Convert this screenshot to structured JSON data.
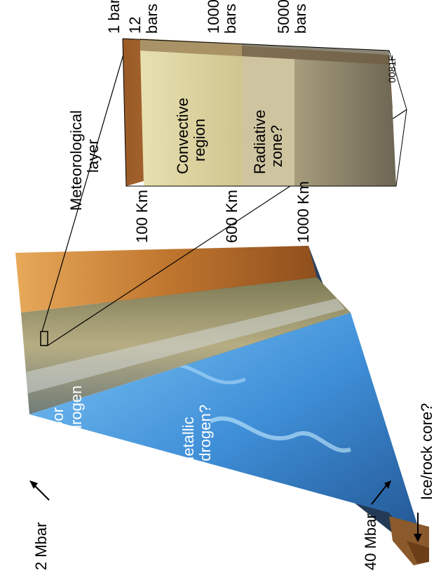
{
  "figure_id": "0081F",
  "block_labels": {
    "pressures": [
      "1 bar",
      "12",
      "bars",
      "1000",
      "bars",
      "5000",
      "bars"
    ],
    "depths": [
      "100 Km",
      "600 Km",
      "1000 Km"
    ],
    "meteorological": [
      "Meteorological",
      "layer"
    ],
    "convective": [
      "Convective",
      "region"
    ],
    "radiative": [
      "Radiative",
      "zone?"
    ]
  },
  "wedge_labels": {
    "molecular": [
      "Helium-poor",
      "molecular hydrogen"
    ],
    "metallic": [
      "Metallic",
      "hydrogen?"
    ],
    "inner_pressure": "2 Mbar",
    "core_pressure": "40 Mbar",
    "core": "Ice/rock core?"
  },
  "colors": {
    "atmosphere": "#c9803a",
    "molecular_layer": "#9a9368",
    "metallic_layer": "#4f9fe0",
    "core": "#8a5a2c"
  }
}
